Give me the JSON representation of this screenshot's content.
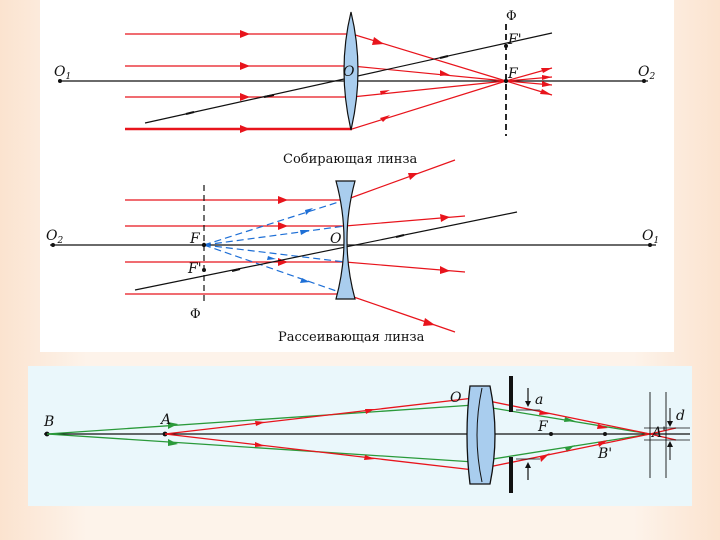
{
  "colors": {
    "panel_top": "#ffffff",
    "panel_bottom": "#eaf7fb",
    "ray": "#e8141c",
    "ray_virtual": "#1e6fd6",
    "ray_green": "#2a9a3a",
    "lens_fill": "#a9cdee",
    "axis": "#111111"
  },
  "converging": {
    "caption": "Собирающая линза",
    "axis_left": "O",
    "axis_left_sub": "1",
    "axis_right": "O",
    "axis_right_sub": "2",
    "center": "O",
    "focus": "F",
    "focus_prime": "F'",
    "focal_plane": "Φ"
  },
  "diverging": {
    "caption": "Рассеивающая линза",
    "axis_left": "O",
    "axis_left_sub": "2",
    "axis_right": "O",
    "axis_right_sub": "1",
    "center": "O",
    "focus": "F",
    "focus_prime": "F'",
    "focal_plane": "Φ"
  },
  "imaging": {
    "point_b": "B",
    "point_a": "A",
    "center": "O",
    "aperture": "a",
    "focus": "F",
    "image_b": "B'",
    "image_a": "A'",
    "spot": "d"
  }
}
